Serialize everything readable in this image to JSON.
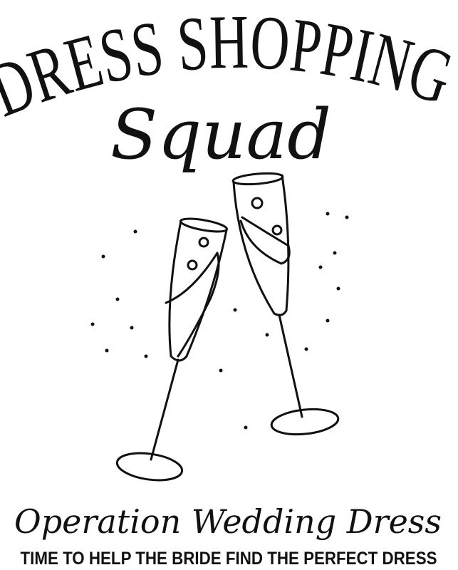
{
  "design": {
    "title": "DRESS SHOPPING",
    "subtitle": "Squad",
    "tagline_script": "Operation Wedding Dress",
    "tagline": "TIME TO HELP THE BRIDE FIND THE PERFECT DRESS"
  },
  "colors": {
    "ink": "#111111",
    "background": "#ffffff"
  },
  "illustration": {
    "icon": "champagne-glasses-toast-icon"
  }
}
